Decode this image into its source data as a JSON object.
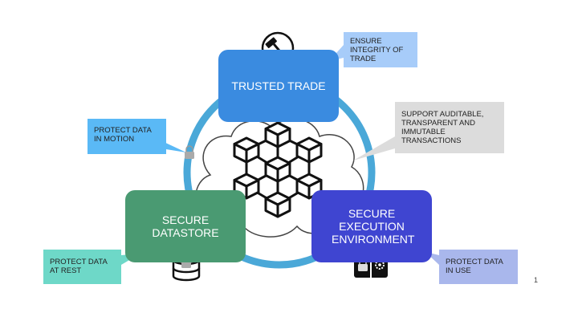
{
  "boxes": {
    "trade": "TRUSTED TRADE",
    "store": "SECURE DATASTORE",
    "exec": "SECURE EXECUTION ENVIRONMENT"
  },
  "callouts": {
    "integrity": "ENSURE INTEGRITY OF TRADE",
    "audit": "SUPPORT AUDITABLE, TRANSPARENT AND IMMUTABLE TRANSACTIONS",
    "motion": "PROTECT DATA IN MOTION",
    "rest": "PROTECT DATA AT REST",
    "use": "PROTECT DATA IN USE"
  },
  "icons": {
    "trade": "gavel-clock-icon",
    "store": "database-lock-icon",
    "exec": "box-lock-gear-icon",
    "center": "blockchain-cubes-icon",
    "motion": "padlock-icon"
  },
  "colors": {
    "ring": "#4aa8d8",
    "trade": "#3a8be0",
    "store": "#4a9a72",
    "exec": "#3f45d1"
  },
  "page_number": "1"
}
